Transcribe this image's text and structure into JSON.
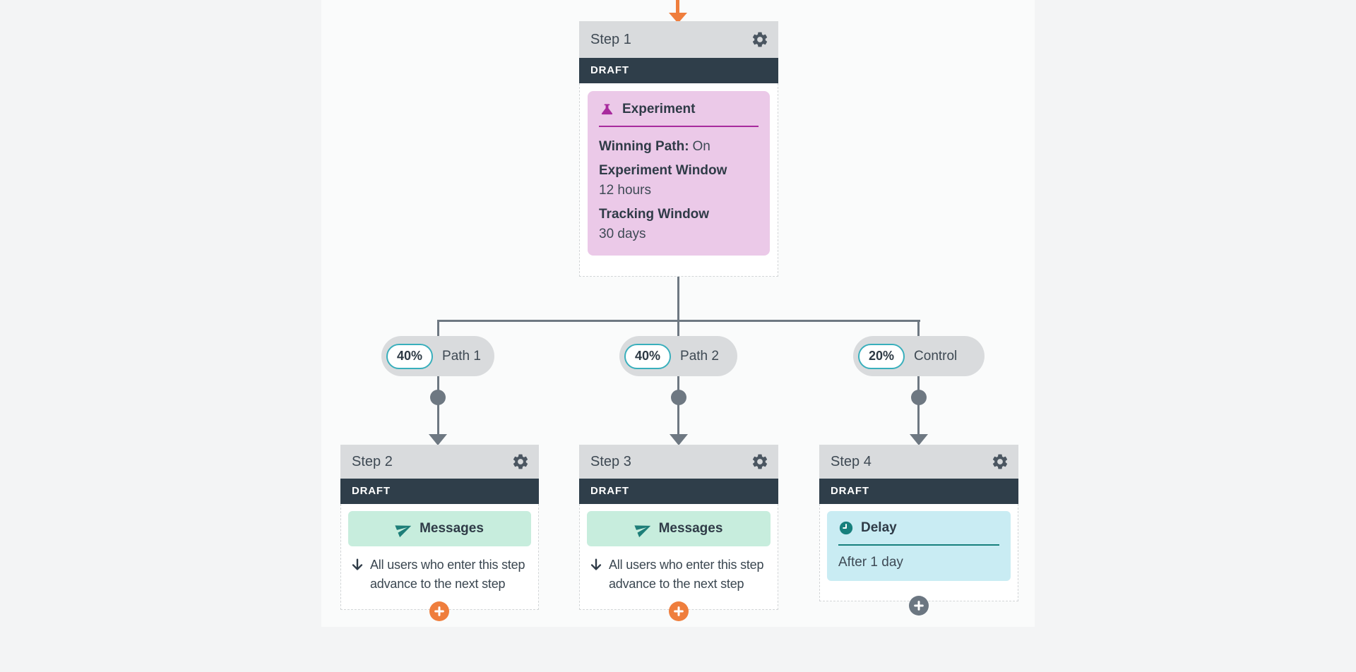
{
  "flow": {
    "step1": {
      "title": "Step 1",
      "status": "DRAFT",
      "block_title": "Experiment",
      "winning_path_label": "Winning Path:",
      "winning_path_value": "On",
      "experiment_window_label": "Experiment Window",
      "experiment_window_value": "12 hours",
      "tracking_window_label": "Tracking Window",
      "tracking_window_value": "30 days"
    },
    "step2": {
      "title": "Step 2",
      "status": "DRAFT",
      "block_title": "Messages",
      "note": "All users who enter this step advance to the next step"
    },
    "step3": {
      "title": "Step 3",
      "status": "DRAFT",
      "block_title": "Messages",
      "note": "All users who enter this step advance to the next step"
    },
    "step4": {
      "title": "Step 4",
      "status": "DRAFT",
      "block_title": "Delay",
      "block_detail": "After 1 day"
    },
    "branches": [
      {
        "percent": "40%",
        "label": "Path 1"
      },
      {
        "percent": "40%",
        "label": "Path 2"
      },
      {
        "percent": "20%",
        "label": "Control"
      }
    ],
    "icons": {
      "step1_block": "flask-icon",
      "step2_block": "paper-plane-icon",
      "step3_block": "paper-plane-icon",
      "step4_block": "clock-icon"
    },
    "colors": {
      "accent_orange": "#ef7e3d",
      "experiment_pink": "#ebc9e8",
      "experiment_magenta": "#a82a9d",
      "messages_mint": "#c7eddd",
      "messages_teal": "#1e7e78",
      "delay_cyan": "#c9ecf3",
      "delay_teal": "#17807d",
      "connector_gray": "#6e7882",
      "draft_bar_navy": "#2f3e4a",
      "percent_border_teal": "#39afbc",
      "header_gray": "#d9dbdd"
    }
  }
}
